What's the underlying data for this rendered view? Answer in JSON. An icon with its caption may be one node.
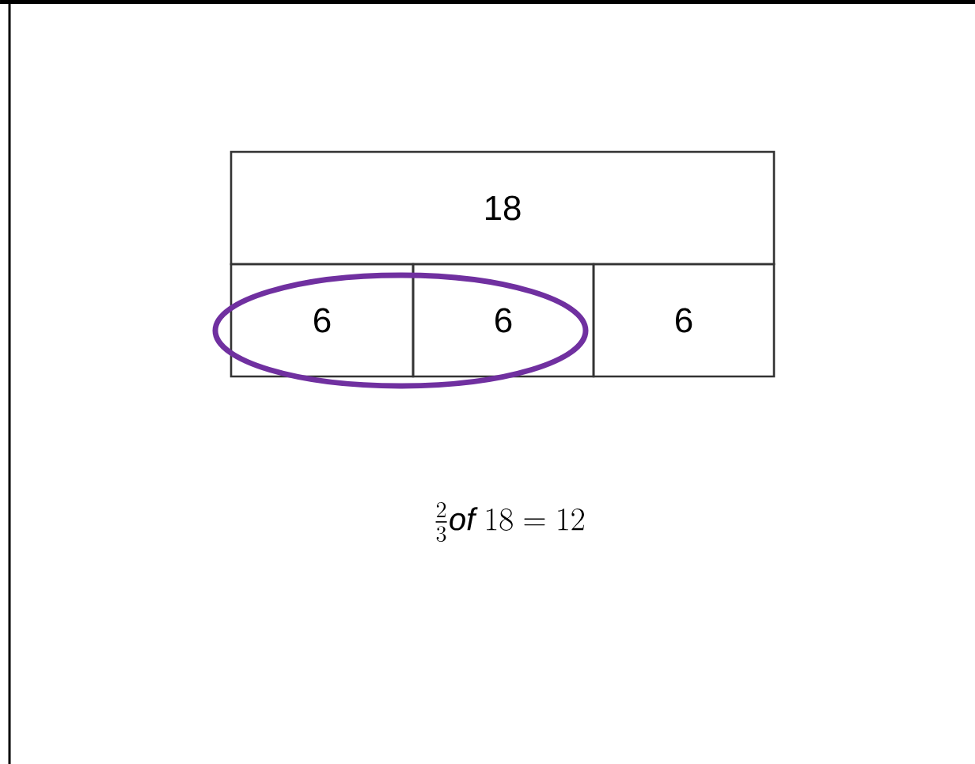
{
  "diagram": {
    "nodes": [
      {
        "text": [
          "18"
        ]
      },
      {
        "text": [
          "6"
        ]
      },
      {
        "text": [
          "6"
        ]
      },
      {
        "text": [
          "6"
        ]
      }
    ],
    "labels": [
      "\\frac{2}{3}\\mathit{of}\\ 18=12"
    ]
  }
}
